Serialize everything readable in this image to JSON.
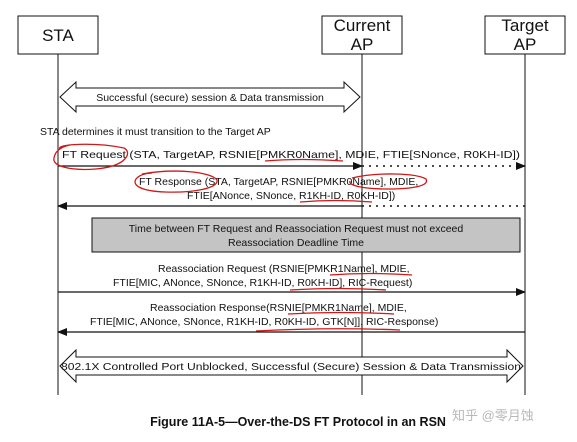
{
  "entities": {
    "sta": "STA",
    "current_ap_line1": "Current",
    "current_ap_line2": "AP",
    "target_ap_line1": "Target",
    "target_ap_line2": "AP"
  },
  "messages": {
    "session_top": "Successful (secure) session & Data transmission",
    "sta_determines": "STA determines it must transition to the Target AP",
    "ft_request": "FT Request (STA, TargetAP,  RSNIE[PMKR0Name], MDIE, FTIE[SNonce, R0KH-ID])",
    "ft_response_line1": "FT Response (STA, TargetAP, RSNIE[PMKR0Name], MDIE,",
    "ft_response_line2": "FTIE[ANonce, SNonce, R1KH-ID, R0KH-ID])",
    "deadline_line1": "Time between FT Request and Reassociation Request must not exceed",
    "deadline_line2": "Reassociation Deadline Time",
    "reassoc_req_line1": "Reassociation Request (RSNIE[PMKR1Name], MDIE,",
    "reassoc_req_line2": "FTIE[MIC, ANonce, SNonce, R1KH-ID, R0KH-ID], RIC-Request)",
    "reassoc_resp_line1": "Reassociation Response(RSNIE[PMKR1Name], MDIE,",
    "reassoc_resp_line2": "FTIE[MIC, ANonce, SNonce, R1KH-ID, R0KH-ID, GTK[N]], RIC-Response)",
    "session_bottom": "802.1X Controlled Port Unblocked, Successful (Secure) Session & Data Transmission"
  },
  "caption": "Figure 11A-5—Over-the-DS FT Protocol in an RSN",
  "watermark": "知乎 @零月蚀",
  "colors": {
    "line": "#111111",
    "annotation_red": "#d01818",
    "deadline_box": "#c4c4c4",
    "watermark": "#b8b8b8"
  }
}
